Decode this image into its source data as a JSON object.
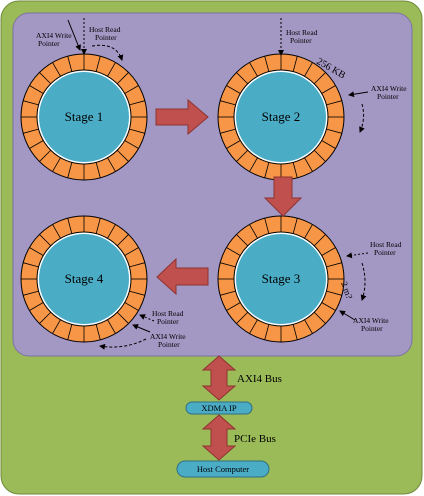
{
  "colors": {
    "outer_bg": "#9bbb59",
    "inner_bg": "#a397c4",
    "ring": "#f79646",
    "center": "#4bacc6",
    "arrow": "#c0504d",
    "box": "#4bacc6"
  },
  "stages": [
    {
      "label": "Stage 1"
    },
    {
      "label": "Stage 2"
    },
    {
      "label": "Stage 3"
    },
    {
      "label": "Stage 4"
    }
  ],
  "pointers": {
    "s1_axi4_write": "AXI4 Write\nPointer",
    "s1_host_read": "Host Read\nPointer",
    "s2_host_read": "Host Read\nPointer",
    "s2_axi4_write": "AXI4 Write\nPointer",
    "s3_host_read": "Host Read\nPointer",
    "s3_axi4_write": "AXI4 Write\nPointer",
    "s4_host_read": "Host Read\nPointer",
    "s4_axi4_write": "AXI4 Write\nPointer"
  },
  "ring_labels": {
    "size_256kb": "256 KB",
    "zero_marker": "2 m?"
  },
  "bus": {
    "axi4_bus": "AXI4 Bus",
    "xdma_ip": "XDMA IP",
    "pcie_bus": "PCIe Bus",
    "host_computer": "Host Computer"
  }
}
